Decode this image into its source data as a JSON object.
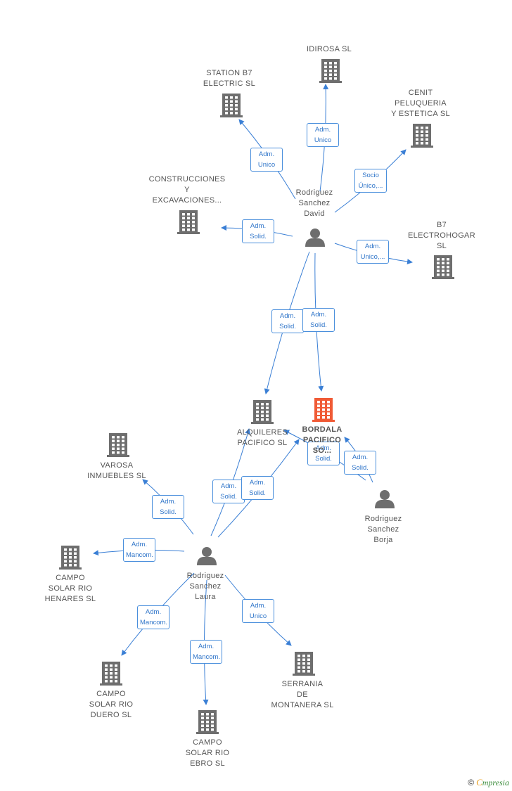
{
  "colors": {
    "edge": "#3a7fd5",
    "building": "#6e6e6e",
    "building_main": "#f05a35",
    "person": "#6e6e6e"
  },
  "companies": [
    {
      "id": "idirosa",
      "label": "IDIROSA SL",
      "main": false
    },
    {
      "id": "station",
      "label": "STATION B7\nELECTRIC SL",
      "main": false
    },
    {
      "id": "cenit",
      "label": "CENIT\nPELUQUERIA\nY ESTETICA  SL",
      "main": false
    },
    {
      "id": "construcciones",
      "label": "CONSTRUCCIONES\nY\nEXCAVACIONES...",
      "main": false
    },
    {
      "id": "b7",
      "label": "B7\nELECTROHOGAR\nSL",
      "main": false
    },
    {
      "id": "alquileres",
      "label": "ALQUILERES\nPACIFICO SL",
      "main": false
    },
    {
      "id": "bordala",
      "label": "BORDALA\nPACIFICO\nSO...",
      "main": true
    },
    {
      "id": "varosa",
      "label": "VAROSA\nINMUEBLES SL",
      "main": false
    },
    {
      "id": "henares",
      "label": "CAMPO\nSOLAR RIO\nHENARES SL",
      "main": false
    },
    {
      "id": "duero",
      "label": "CAMPO\nSOLAR RIO\nDUERO SL",
      "main": false
    },
    {
      "id": "ebro",
      "label": "CAMPO\nSOLAR RIO\nEBRO SL",
      "main": false
    },
    {
      "id": "serrania",
      "label": "SERRANIA\nDE\nMONTANERA SL",
      "main": false
    }
  ],
  "persons": [
    {
      "id": "david",
      "label": "Rodriguez\nSanchez\nDavid"
    },
    {
      "id": "borja",
      "label": "Rodriguez\nSanchez\nBorja"
    },
    {
      "id": "laura",
      "label": "Rodriguez\nSanchez\nLaura"
    }
  ],
  "edges": [
    {
      "from": "david",
      "to": "idirosa",
      "label": "Adm.\nUnico"
    },
    {
      "from": "david",
      "to": "station",
      "label": "Adm.\nUnico"
    },
    {
      "from": "david",
      "to": "cenit",
      "label": "Socio\nÚnico,..."
    },
    {
      "from": "david",
      "to": "construcciones",
      "label": "Adm.\nSolid."
    },
    {
      "from": "david",
      "to": "b7",
      "label": "Adm.\nUnico,..."
    },
    {
      "from": "david",
      "to": "alquileres",
      "label": "Adm.\nSolid."
    },
    {
      "from": "david",
      "to": "bordala",
      "label": "Adm.\nSolid."
    },
    {
      "from": "borja",
      "to": "alquileres",
      "label": "Adm.\nSolid."
    },
    {
      "from": "borja",
      "to": "bordala",
      "label": "Adm.\nSolid."
    },
    {
      "from": "laura",
      "to": "alquileres",
      "label": "Adm.\nSolid."
    },
    {
      "from": "laura",
      "to": "bordala",
      "label": "Adm.\nSolid."
    },
    {
      "from": "laura",
      "to": "varosa",
      "label": "Adm.\nSolid."
    },
    {
      "from": "laura",
      "to": "henares",
      "label": "Adm.\nMancom."
    },
    {
      "from": "laura",
      "to": "duero",
      "label": "Adm.\nMancom."
    },
    {
      "from": "laura",
      "to": "ebro",
      "label": "Adm.\nMancom."
    },
    {
      "from": "laura",
      "to": "serrania",
      "label": "Adm.\nUnico"
    }
  ],
  "footer": {
    "copyright": "©",
    "brand_initial": "C",
    "brand_rest": "mpresia"
  }
}
